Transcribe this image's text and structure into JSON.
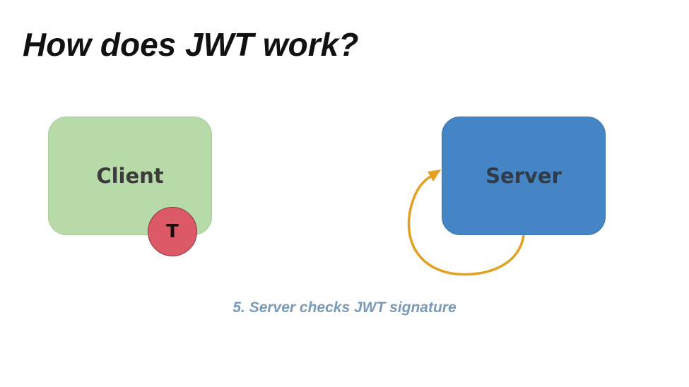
{
  "slide": {
    "title": "How does JWT work?",
    "caption": "5.  Server checks JWT signature"
  },
  "nodes": {
    "client": {
      "label": "Client",
      "fill": "#b7dba8"
    },
    "server": {
      "label": "Server",
      "fill": "#4584c5"
    },
    "token": {
      "label": "T",
      "fill": "#dc5a67"
    }
  },
  "arrow": {
    "color": "#e3a021",
    "direction": "server-to-server loop"
  }
}
